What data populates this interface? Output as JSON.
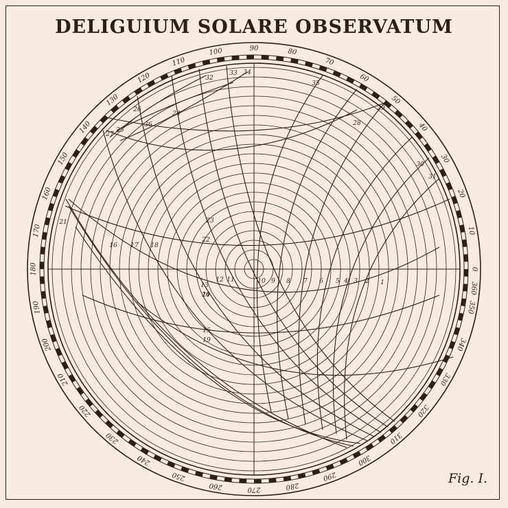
{
  "title": "DELIGUIUM SOLARE OBSERVATUM",
  "figure_label": "Fig. I.",
  "colors": {
    "paper": "#f8ece0",
    "ink": "#2b2118"
  },
  "scale_labels": [
    "0",
    "10",
    "20",
    "30",
    "40",
    "50",
    "60",
    "70",
    "80",
    "90",
    "100",
    "110",
    "120",
    "130",
    "140",
    "150",
    "160",
    "170",
    "180",
    "190",
    "200",
    "210",
    "220",
    "230",
    "240",
    "250",
    "260",
    "270",
    "280",
    "290",
    "300",
    "310",
    "320",
    "330",
    "340",
    "350",
    "360"
  ],
  "curve_labels": [
    "1",
    "2",
    "3",
    "4",
    "5",
    "6",
    "7",
    "8",
    "9",
    "10",
    "11",
    "12",
    "13",
    "14",
    "15",
    "16",
    "17",
    "18",
    "19",
    "20",
    "21",
    "22",
    "23",
    "24",
    "25",
    "26",
    "27",
    "28",
    "29",
    "30",
    "31",
    "32",
    "33",
    "34",
    "35",
    "36"
  ]
}
